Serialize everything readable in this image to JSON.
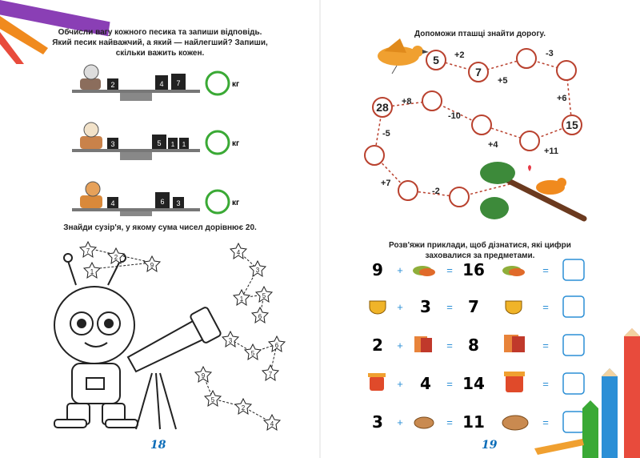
{
  "left_page": {
    "task1_title": "Обчисли вагу кожного песика та запиши відповідь. Який песик найважчий, а який — найлегший? Запиши, скільки важить кожен.",
    "scales": [
      {
        "left_weights": [
          "2"
        ],
        "right_weights": [
          "4",
          "7"
        ],
        "unit": "кг"
      },
      {
        "left_weights": [
          "3"
        ],
        "right_weights": [
          "5",
          "1",
          "1"
        ],
        "unit": "кг"
      },
      {
        "left_weights": [
          "4"
        ],
        "right_weights": [
          "6",
          "3"
        ],
        "unit": "кг"
      }
    ],
    "task2_title": "Знайди сузір'я, у якому сума чисел дорівнює 20.",
    "constellations": [
      {
        "stars": [
          "7",
          "2",
          "9",
          "1"
        ]
      },
      {
        "stars": [
          "4",
          "3",
          "1",
          "5",
          "6"
        ]
      },
      {
        "stars": [
          "3",
          "5",
          "6",
          "7"
        ]
      },
      {
        "stars": [
          "9",
          "5",
          "2",
          "4"
        ]
      }
    ],
    "page_number": "18"
  },
  "right_page": {
    "task1_title": "Допоможи пташці знайти дорогу.",
    "path_numbers": {
      "start_top": "5",
      "second": "7",
      "left": "28",
      "right": "15"
    },
    "path_ops": [
      "+2",
      "-3",
      "+5",
      "+6",
      "+8",
      "-10",
      "-5",
      "+4",
      "+11",
      "+7",
      "-2"
    ],
    "task2_title": "Розв'яжи приклади, щоб дізнатися, які цифри заховалися за предметами.",
    "equations": [
      {
        "a": "9",
        "plus": "+",
        "b_icon": "slippers-icon",
        "eq": "=",
        "result": "16",
        "answer_icon": "slippers-icon"
      },
      {
        "a_icon": "teacup-icon",
        "plus": "+",
        "b": "3",
        "eq": "=",
        "result": "7",
        "answer_icon": "teacup-icon"
      },
      {
        "a": "2",
        "plus": "+",
        "b_icon": "books-icon",
        "eq": "=",
        "result": "8",
        "answer_icon": "books-icon"
      },
      {
        "a_icon": "jam-jar-icon",
        "plus": "+",
        "b": "4",
        "eq": "=",
        "result": "14",
        "answer_icon": "jam-jar-icon"
      },
      {
        "a": "3",
        "plus": "+",
        "b_icon": "pie-icon",
        "eq": "=",
        "result": "11",
        "answer_icon": "pie-icon"
      }
    ],
    "page_number": "19"
  },
  "colors": {
    "accent_green": "#3aa935",
    "accent_blue": "#2b8fd6",
    "accent_red": "#c0392b",
    "page_number_blue": "#0a6cb8"
  }
}
